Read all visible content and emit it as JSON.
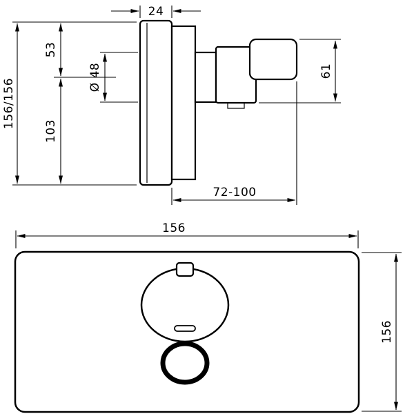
{
  "drawing": {
    "type": "technical-dimension-drawing",
    "background_color": "#ffffff",
    "line_color": "#000000",
    "side_view": {
      "dim_depth": "24",
      "dim_overall": "156/156",
      "dim_top_offset": "53",
      "dim_diameter": "Ø 48",
      "dim_bottom_offset": "103",
      "dim_handle_height": "61",
      "dim_depth_range": "72-100"
    },
    "front_view": {
      "dim_width": "156",
      "dim_height": "156"
    }
  }
}
